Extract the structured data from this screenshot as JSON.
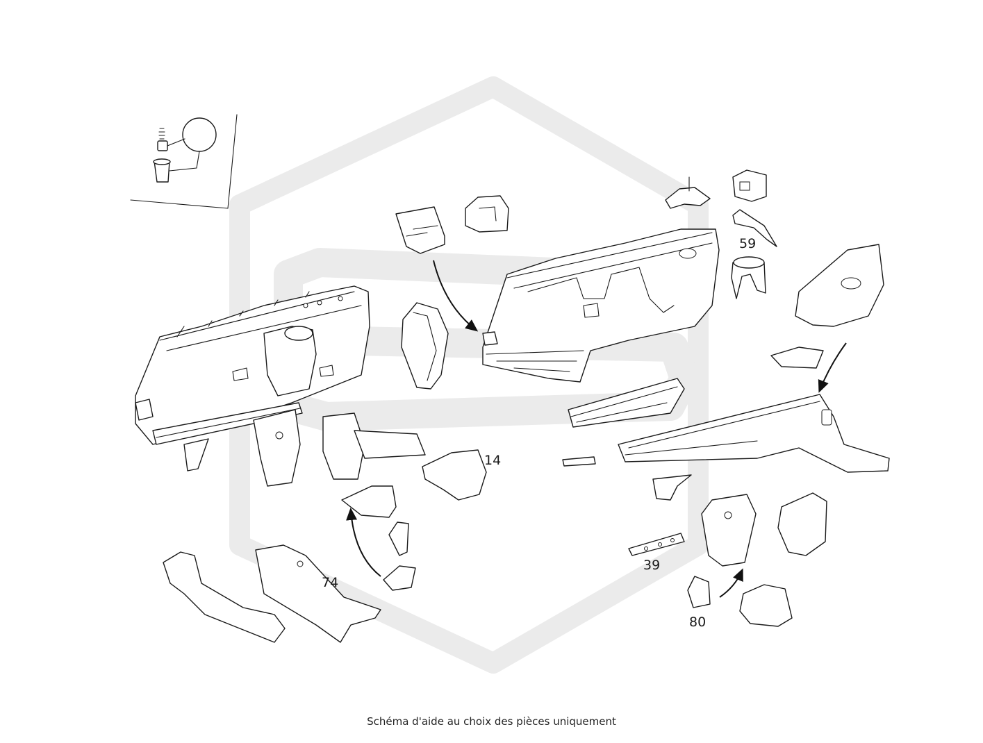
{
  "diagram": {
    "callouts": [
      {
        "id": "c14",
        "text": "14"
      },
      {
        "id": "c39",
        "text": "39"
      },
      {
        "id": "c59",
        "text": "59"
      },
      {
        "id": "c74",
        "text": "74"
      },
      {
        "id": "c80",
        "text": "80"
      }
    ],
    "watermark_color": "#ebebeb",
    "line_color": "#1a1a1a"
  },
  "caption": "Schéma d'aide au choix des pièces uniquement"
}
